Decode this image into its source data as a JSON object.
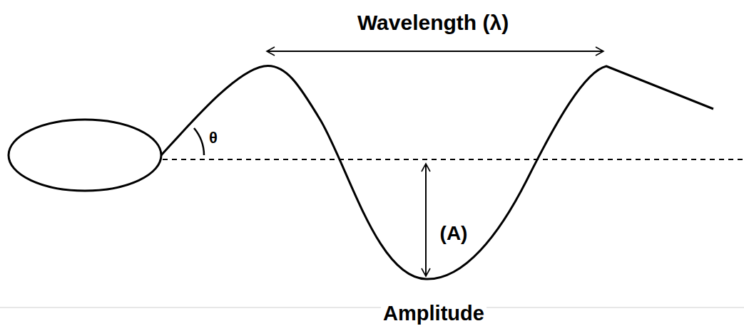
{
  "diagram": {
    "labels": [
      "Wavelength (λ)",
      "θ",
      "(A)",
      "Amplitude"
    ]
  }
}
